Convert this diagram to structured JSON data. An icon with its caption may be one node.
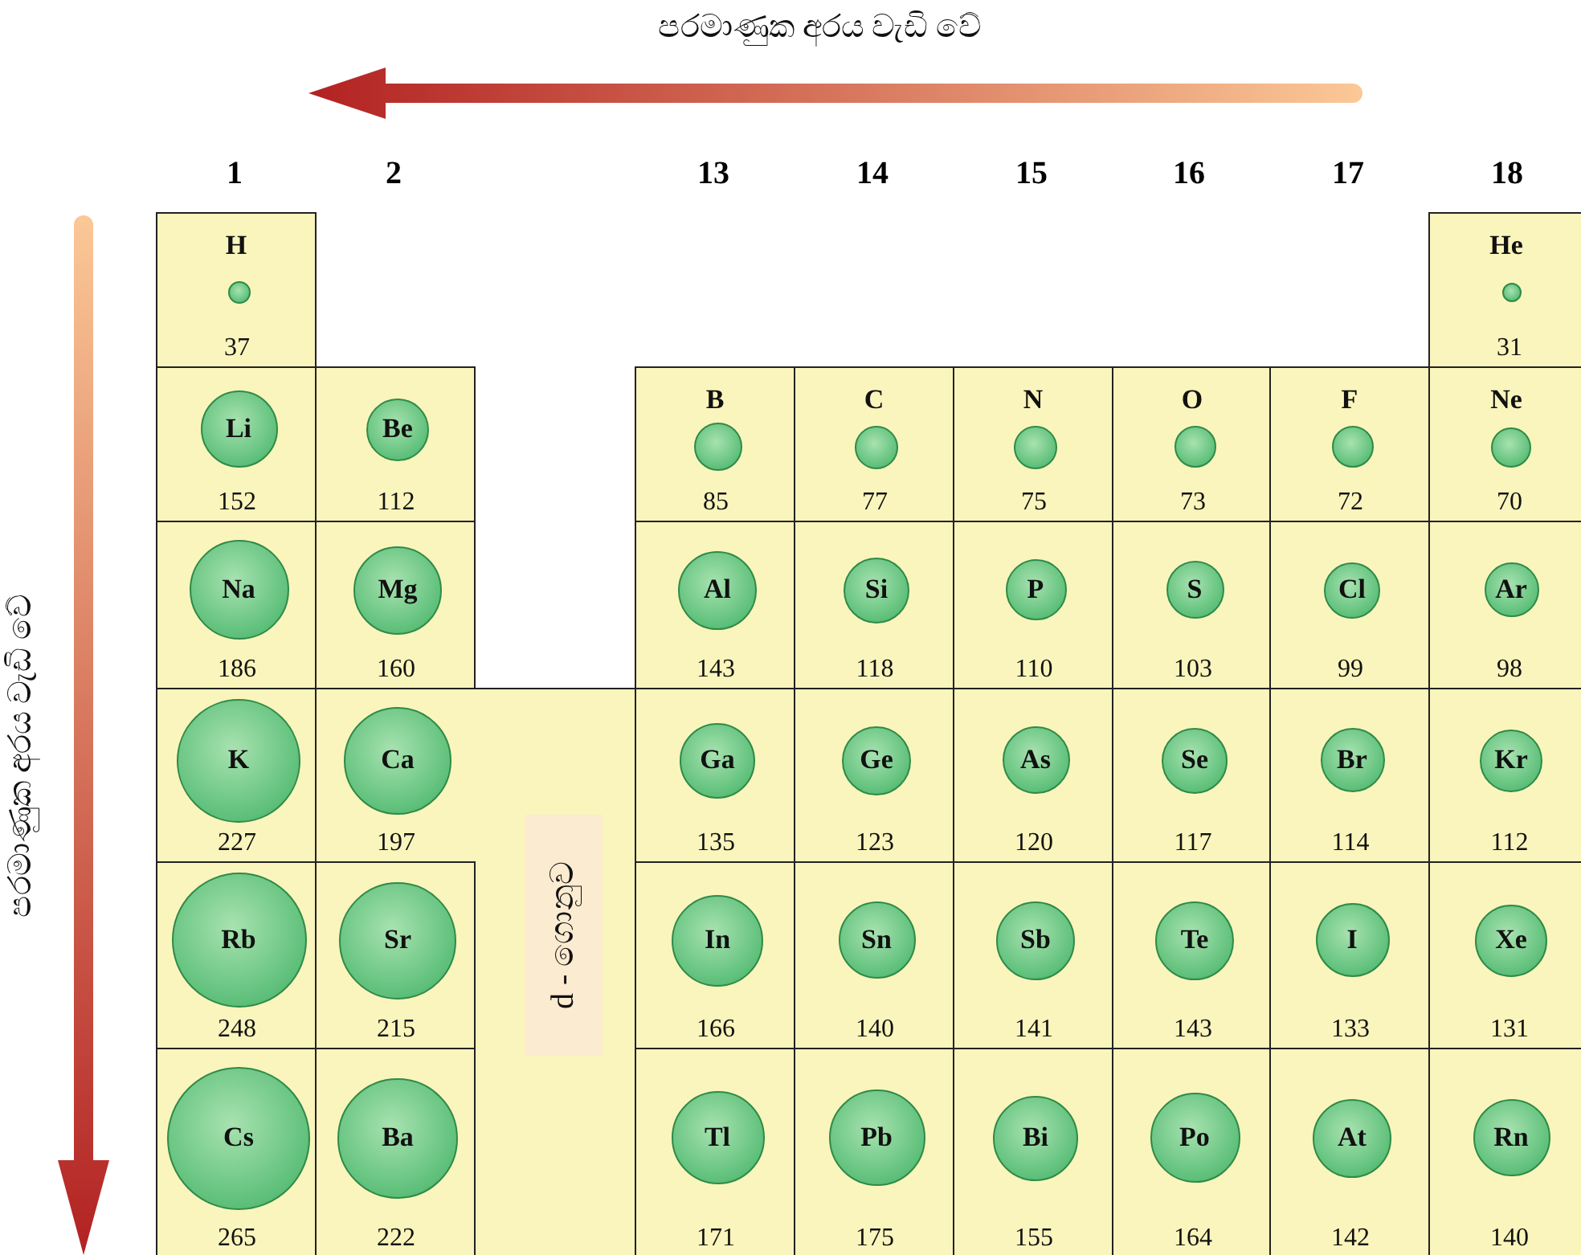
{
  "diagram": {
    "nodes": [
      {
        "text": [
          "H",
          "37"
        ]
      },
      {
        "text": [
          "He",
          "31"
        ]
      },
      {
        "text": [
          "Li",
          "152"
        ]
      },
      {
        "text": [
          "Be",
          "112"
        ]
      },
      {
        "text": [
          "B",
          "85"
        ]
      },
      {
        "text": [
          "C",
          "77"
        ]
      },
      {
        "text": [
          "N",
          "75"
        ]
      },
      {
        "text": [
          "O",
          "73"
        ]
      },
      {
        "text": [
          "F",
          "72"
        ]
      },
      {
        "text": [
          "Ne",
          "70"
        ]
      },
      {
        "text": [
          "Na",
          "186"
        ]
      },
      {
        "text": [
          "Mg",
          "160"
        ]
      },
      {
        "text": [
          "Al",
          "143"
        ]
      },
      {
        "text": [
          "Si",
          "118"
        ]
      },
      {
        "text": [
          "P",
          "110"
        ]
      },
      {
        "text": [
          "S",
          "103"
        ]
      },
      {
        "text": [
          "Cl",
          "99"
        ]
      },
      {
        "text": [
          "Ar",
          "98"
        ]
      },
      {
        "text": [
          "K",
          "227"
        ]
      },
      {
        "text": [
          "Ca",
          "197"
        ]
      },
      {
        "text": [
          "d - ගොනුව"
        ]
      },
      {
        "text": [
          "Ga",
          "135"
        ]
      },
      {
        "text": [
          "Ge",
          "123"
        ]
      },
      {
        "text": [
          "As",
          "120"
        ]
      },
      {
        "text": [
          "Se",
          "117"
        ]
      },
      {
        "text": [
          "Br",
          "114"
        ]
      },
      {
        "text": [
          "Kr",
          "112"
        ]
      },
      {
        "text": [
          "Rb",
          "248"
        ]
      },
      {
        "text": [
          "Sr",
          "215"
        ]
      },
      {
        "text": [
          "In",
          "166"
        ]
      },
      {
        "text": [
          "Sn",
          "140"
        ]
      },
      {
        "text": [
          "Sb",
          "141"
        ]
      },
      {
        "text": [
          "Te",
          "143"
        ]
      },
      {
        "text": [
          "I",
          "133"
        ]
      },
      {
        "text": [
          "Xe",
          "131"
        ]
      },
      {
        "text": [
          "Cs",
          "265"
        ]
      },
      {
        "text": [
          "Ba",
          "222"
        ]
      },
      {
        "text": [
          "Tl",
          "171"
        ]
      },
      {
        "text": [
          "Pb",
          "175"
        ]
      },
      {
        "text": [
          "Bi",
          "155"
        ]
      },
      {
        "text": [
          "Po",
          "164"
        ]
      },
      {
        "text": [
          "At",
          "142"
        ]
      },
      {
        "text": [
          "Rn",
          "140"
        ]
      }
    ],
    "labels": [
      "පරමාණුක අරය වැඩි වේ",
      "1",
      "2",
      "13",
      "14",
      "15",
      "16",
      "17",
      "18",
      "පරමාණුක අරය වැඩි වේ"
    ]
  }
}
